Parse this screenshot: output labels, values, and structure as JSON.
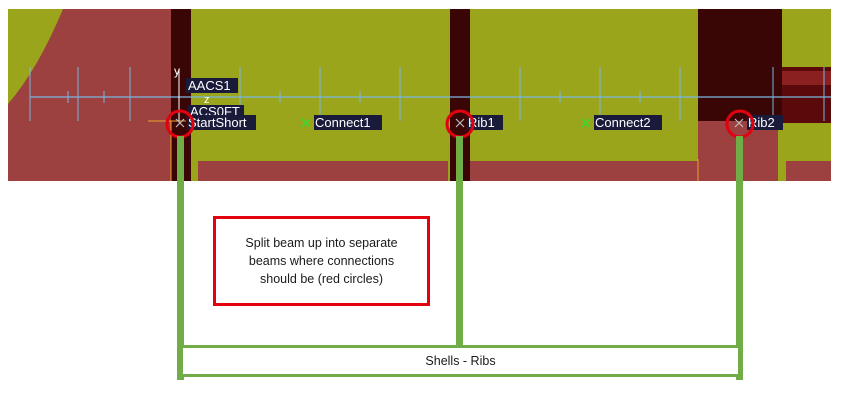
{
  "viewport": {
    "labels": {
      "aacs1": "AACS1",
      "acs0ft": "ACS0FT",
      "start_short": "StartShort",
      "connect1": "Connect1",
      "rib1": "Rib1",
      "connect2": "Connect2",
      "rib2": "Rib2",
      "axis_y": "y",
      "axis_z": "z"
    },
    "colors": {
      "shell_yellow": "#9aa51c",
      "shell_red": "#9c4040",
      "rib_dark": "#3a0505",
      "beam_line": "#7ab6e0",
      "marker_red": "#e3000f",
      "connect_green": "#33dd33"
    }
  },
  "annotation": {
    "callout_text": "Split beam up into separate beams where connections should be (red circles)",
    "legend_text": "Shells - Ribs",
    "callout_border": "#e3000f",
    "legend_color": "#70ad47"
  }
}
